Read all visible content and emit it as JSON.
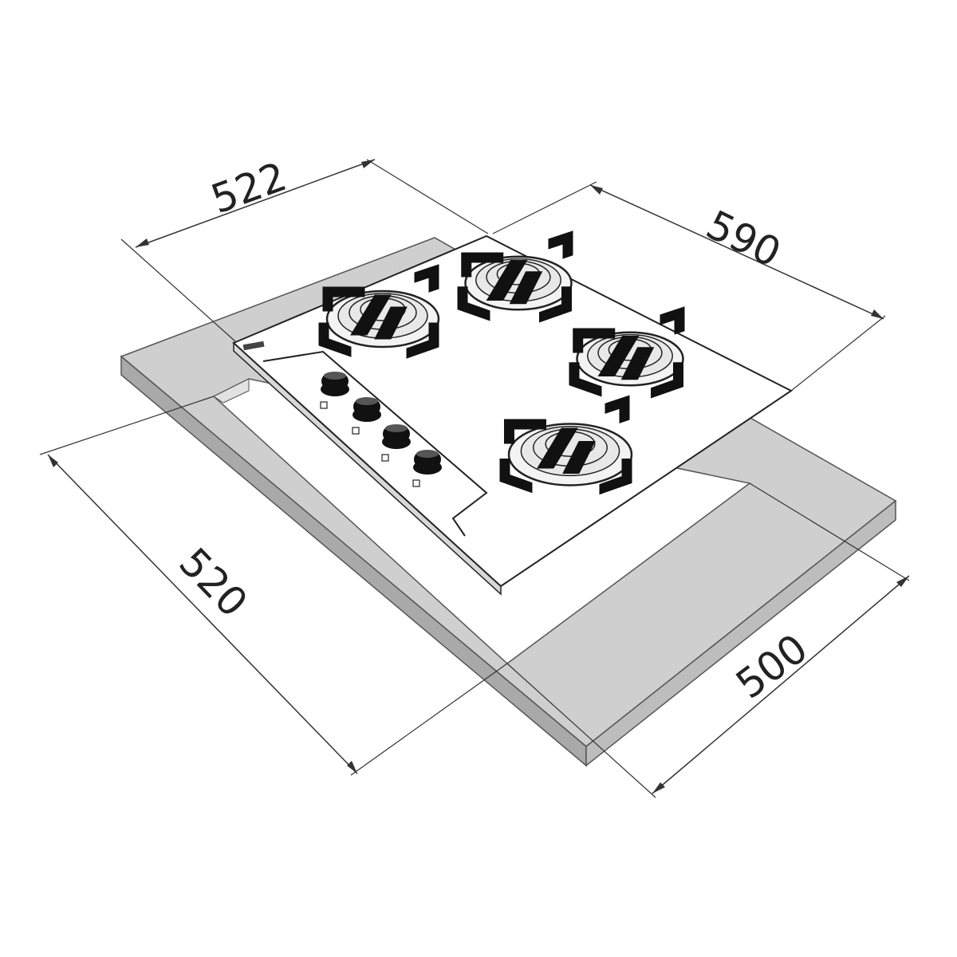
{
  "dimensions": {
    "depth_label": "522",
    "width_label": "590",
    "cutout_depth_label": "520",
    "cutout_width_label": "500"
  },
  "colors": {
    "countertop": "#cfcfcf",
    "countertop_edge": "#a9a9a9",
    "hob_glass": "#ffffff",
    "grate": "#111111",
    "line": "#333333"
  },
  "burners": [
    {
      "name": "rear-left-burner"
    },
    {
      "name": "rear-right-burner"
    },
    {
      "name": "front-right-burner"
    },
    {
      "name": "front-middle-burner"
    }
  ],
  "knobs": [
    {
      "name": "knob-1"
    },
    {
      "name": "knob-2"
    },
    {
      "name": "knob-3"
    },
    {
      "name": "knob-4"
    }
  ]
}
